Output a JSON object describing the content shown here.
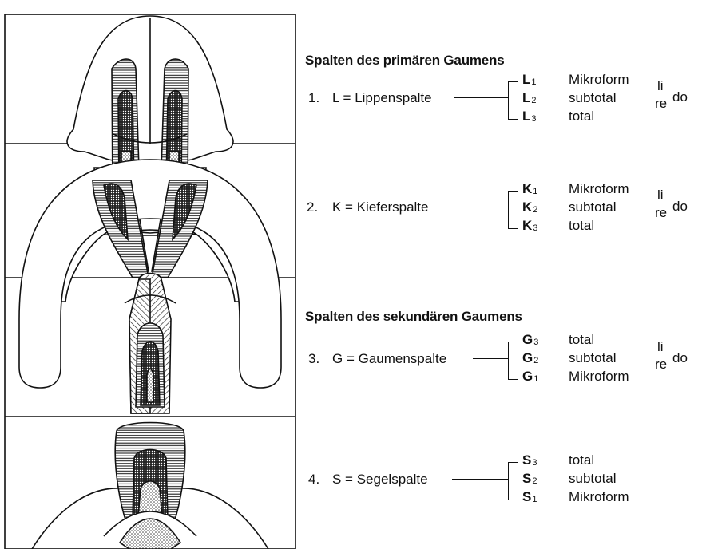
{
  "primary": {
    "heading": "Spalten des primären Gaumens",
    "items": [
      {
        "num": "1.",
        "term": "L = Lippenspalte",
        "sym": "L",
        "grades": [
          {
            "sub": "1",
            "label": "Mikroform"
          },
          {
            "sub": "2",
            "label": "subtotal"
          },
          {
            "sub": "3",
            "label": "total"
          }
        ],
        "side": {
          "li": "li",
          "re": "re",
          "do": "do"
        }
      },
      {
        "num": "2.",
        "term": "K = Kieferspalte",
        "sym": "K",
        "grades": [
          {
            "sub": "1",
            "label": "Mikroform"
          },
          {
            "sub": "2",
            "label": "subtotal"
          },
          {
            "sub": "3",
            "label": "total"
          }
        ],
        "side": {
          "li": "li",
          "re": "re",
          "do": "do"
        }
      }
    ]
  },
  "secondary": {
    "heading": "Spalten des sekundären Gaumens",
    "items": [
      {
        "num": "3.",
        "term": "G = Gaumenspalte",
        "sym": "G",
        "grades": [
          {
            "sub": "3",
            "label": "total"
          },
          {
            "sub": "2",
            "label": "subtotal"
          },
          {
            "sub": "1",
            "label": "Mikroform"
          }
        ],
        "side": {
          "li": "li",
          "re": "re",
          "do": "do"
        }
      },
      {
        "num": "4.",
        "term": "S = Segelspalte",
        "sym": "S",
        "grades": [
          {
            "sub": "3",
            "label": "total"
          },
          {
            "sub": "2",
            "label": "subtotal"
          },
          {
            "sub": "1",
            "label": "Mikroform"
          }
        ]
      }
    ]
  },
  "colors": {
    "ink": "#111111",
    "paper": "#ffffff"
  }
}
